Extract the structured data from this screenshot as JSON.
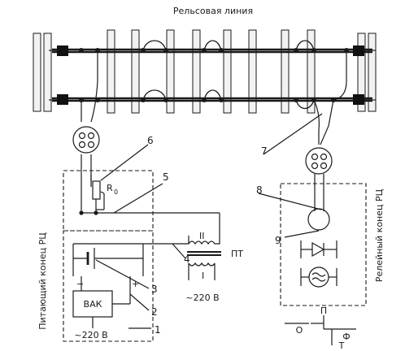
{
  "title": "Рельсовая линия",
  "left_block_label": "Питающий конец РЦ",
  "right_block_label": "Релейный конец РЦ",
  "resistor_label": "R",
  "resistor_subscript": "0",
  "battery_minus": "−",
  "battery_plus": "+",
  "rectifier_label": "ВАК",
  "supply_left": "~220 В",
  "supply_transformer": "~220 В",
  "transformer_label": "ПТ",
  "winding_secondary": "II",
  "winding_primary": "I",
  "relay_contacts": {
    "common": "П",
    "back": "О",
    "front": "Ф",
    "bottom": "Т"
  },
  "callouts": [
    "1",
    "2",
    "3",
    "4",
    "5",
    "6",
    "7",
    "8",
    "9"
  ]
}
